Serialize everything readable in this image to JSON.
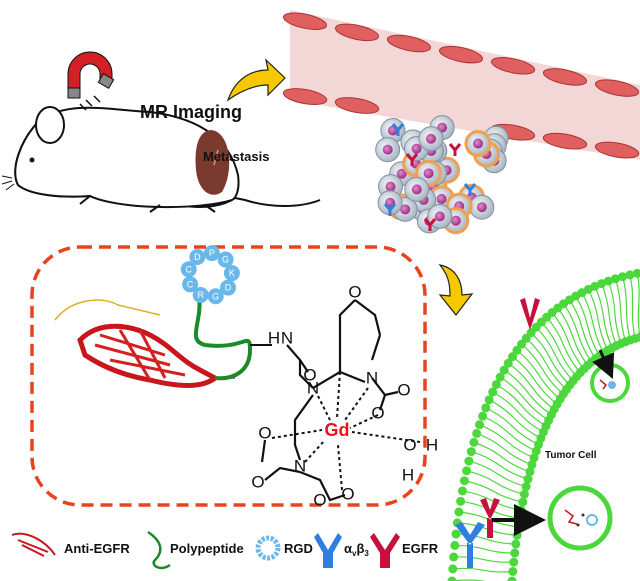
{
  "labels": {
    "mr_imaging": "MR Imaging",
    "metastasis": "Metastasis",
    "tumor_cell": "Tumor Cell"
  },
  "peptide_ring": [
    "D",
    "P",
    "G",
    "K",
    "D",
    "G",
    "R",
    "C",
    "C"
  ],
  "chelate_atoms": {
    "nh_n": "N",
    "nh_h": "H",
    "o_amide": "O",
    "o_ring": "O",
    "n1": "N",
    "n2": "N",
    "n3": "N",
    "o_right1": "O",
    "o_right2": "O",
    "gd": "Gd",
    "o_left": "O",
    "o_left2": "O",
    "o_water": "O",
    "h_water1": "H",
    "h_water2": "H",
    "o_bottom": "O",
    "o_bottom2": "O"
  },
  "legend": {
    "anti_egfr": "Anti-EGFR",
    "polypeptide": "Polypeptide",
    "rgd": "RGD",
    "integrin_alpha": "α",
    "integrin_v": "v",
    "integrin_beta": "β",
    "integrin_3": "3",
    "egfr": "EGFR"
  },
  "colors": {
    "gd": "#e8141c",
    "dashed_box": "#e8431c",
    "rgd": "#6ab8ea",
    "integrin": "#2f7fe0",
    "egfr": "#c8103c",
    "polypeptide": "#1a8a2a",
    "membrane": "#4cd83c",
    "arrow_yellow": "#f5c800",
    "vessel": "#f3d6d6",
    "endothelial": "#e06060",
    "liver": "#7a3a2e"
  }
}
